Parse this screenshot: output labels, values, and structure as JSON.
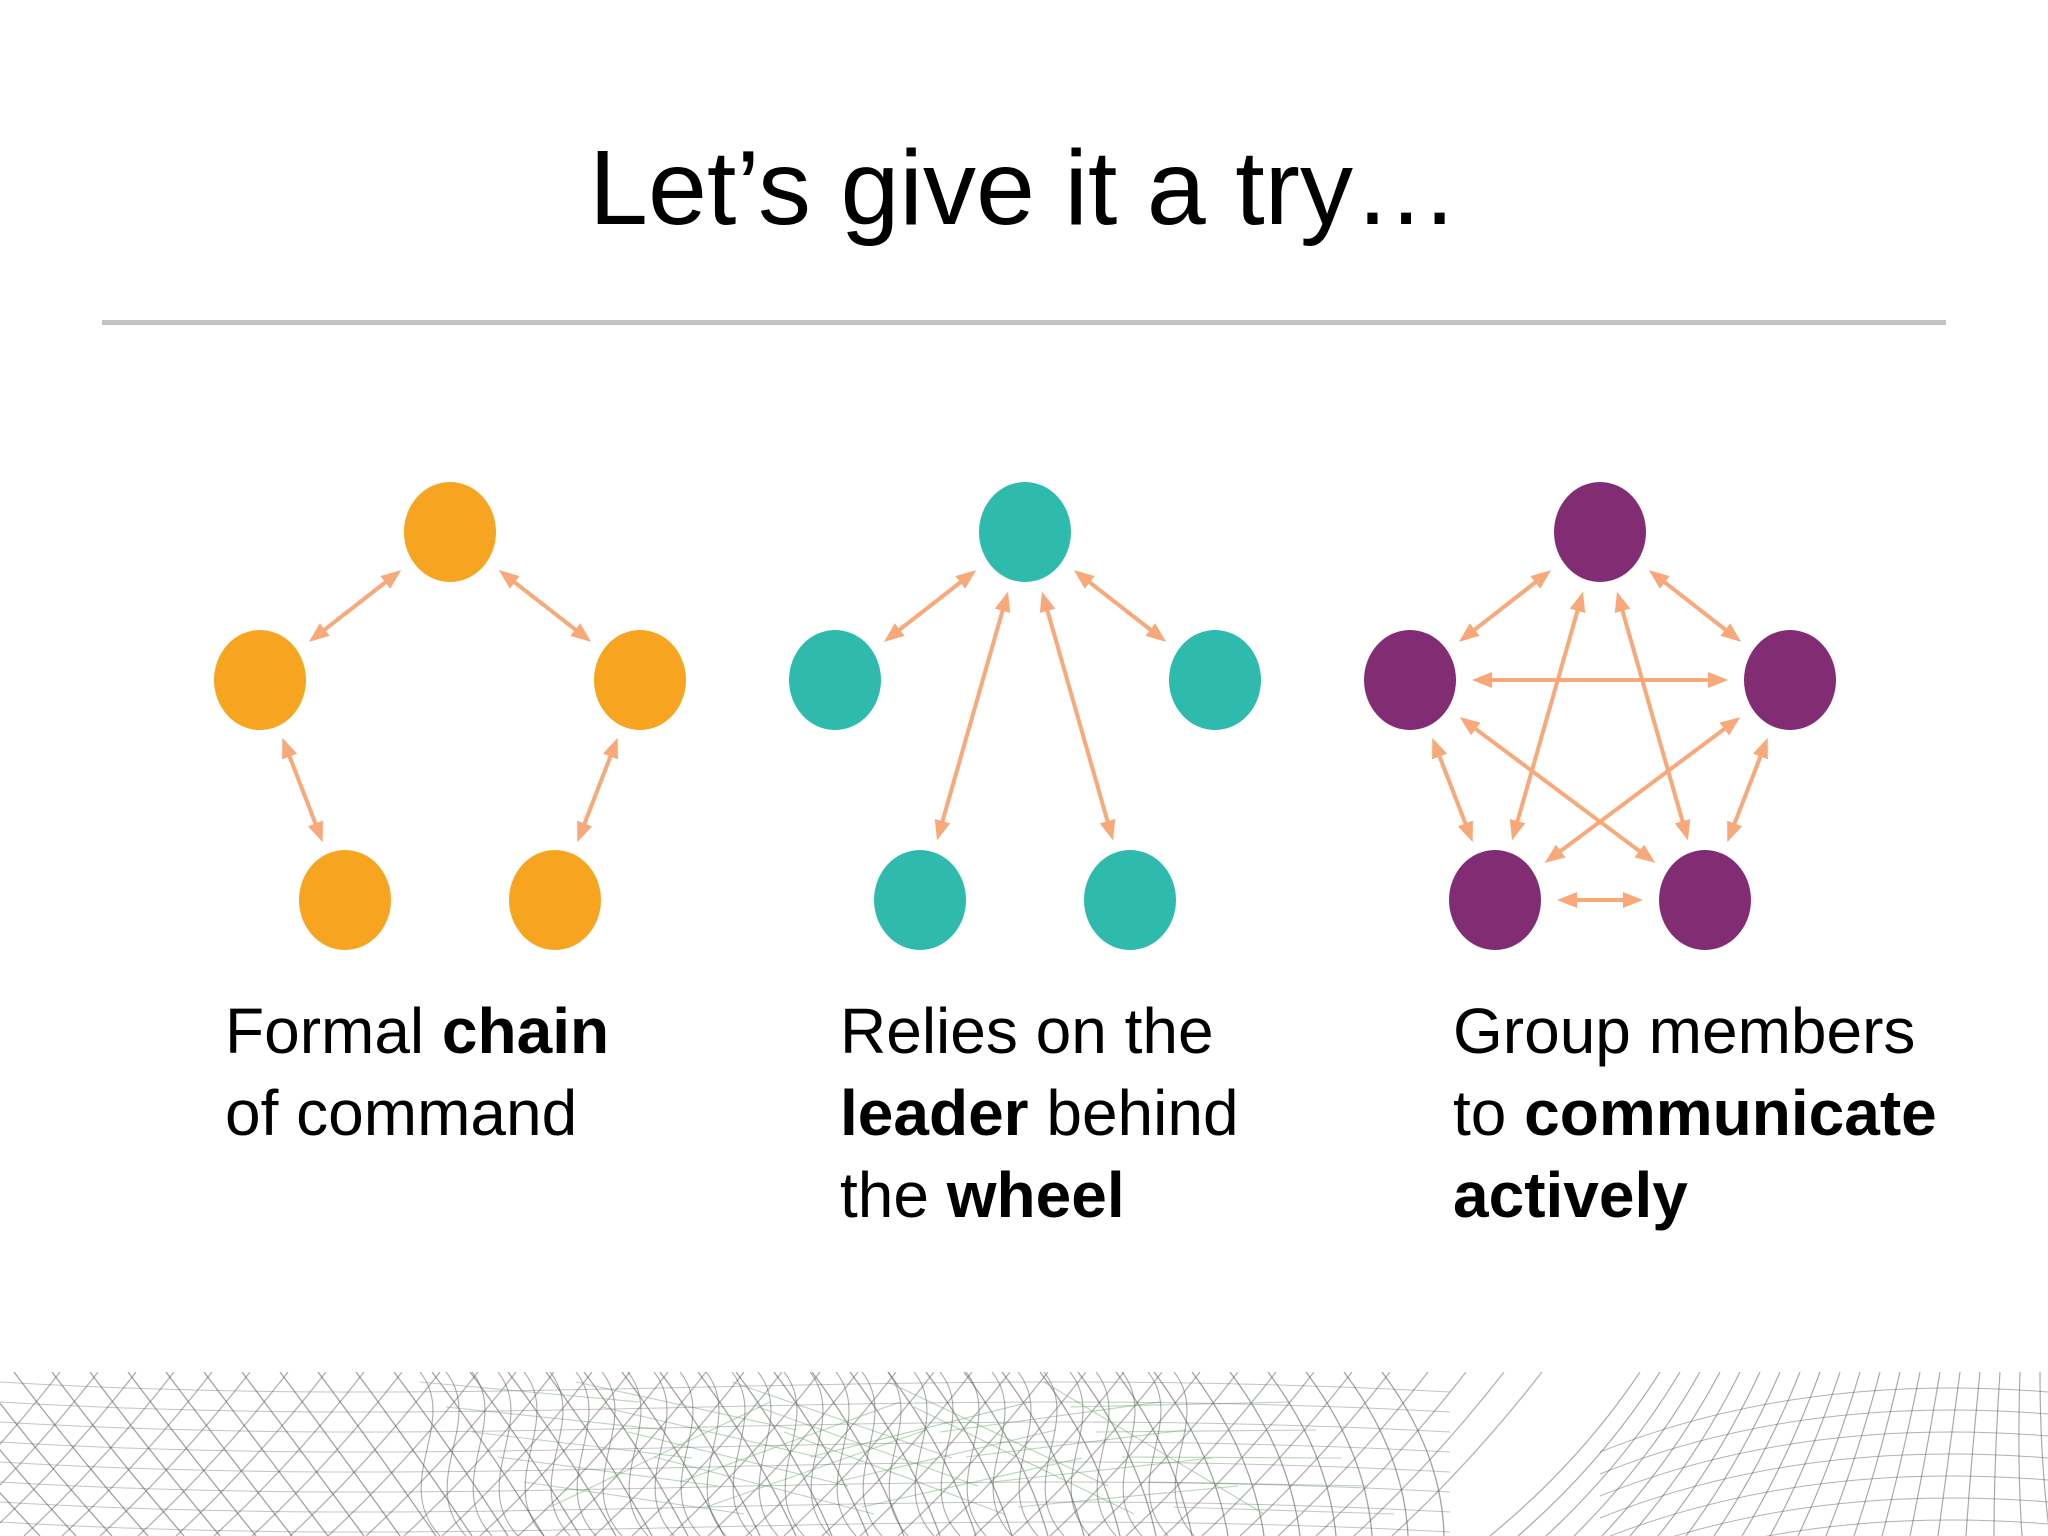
{
  "slide": {
    "title": "Let’s give it a try…"
  },
  "diagrams": [
    {
      "id": "chain",
      "node_color": "#F7A520",
      "edge_color": "#F9A87A",
      "caption": [
        [
          {
            "text": "Formal ",
            "bold": false
          },
          {
            "text": "chain",
            "bold": true
          }
        ],
        [
          {
            "text": "of command",
            "bold": false
          }
        ]
      ]
    },
    {
      "id": "wheel",
      "node_color": "#2EBBAE",
      "edge_color": "#F9A87A",
      "caption": [
        [
          {
            "text": "Relies on the",
            "bold": false
          }
        ],
        [
          {
            "text": "leader",
            "bold": true
          },
          {
            "text": " behind",
            "bold": false
          }
        ],
        [
          {
            "text": "the ",
            "bold": false
          },
          {
            "text": "wheel",
            "bold": true
          }
        ]
      ]
    },
    {
      "id": "all-channel",
      "node_color": "#822C74",
      "edge_color": "#F9A87A",
      "caption": [
        [
          {
            "text": "Group members",
            "bold": false
          }
        ],
        [
          {
            "text": "to ",
            "bold": false
          },
          {
            "text": "communicate",
            "bold": true
          }
        ],
        [
          {
            "text": "actively",
            "bold": true
          }
        ]
      ]
    }
  ],
  "decoration": {
    "mesh_color": "#555555",
    "mesh_accent_color": "#7fae7f"
  }
}
